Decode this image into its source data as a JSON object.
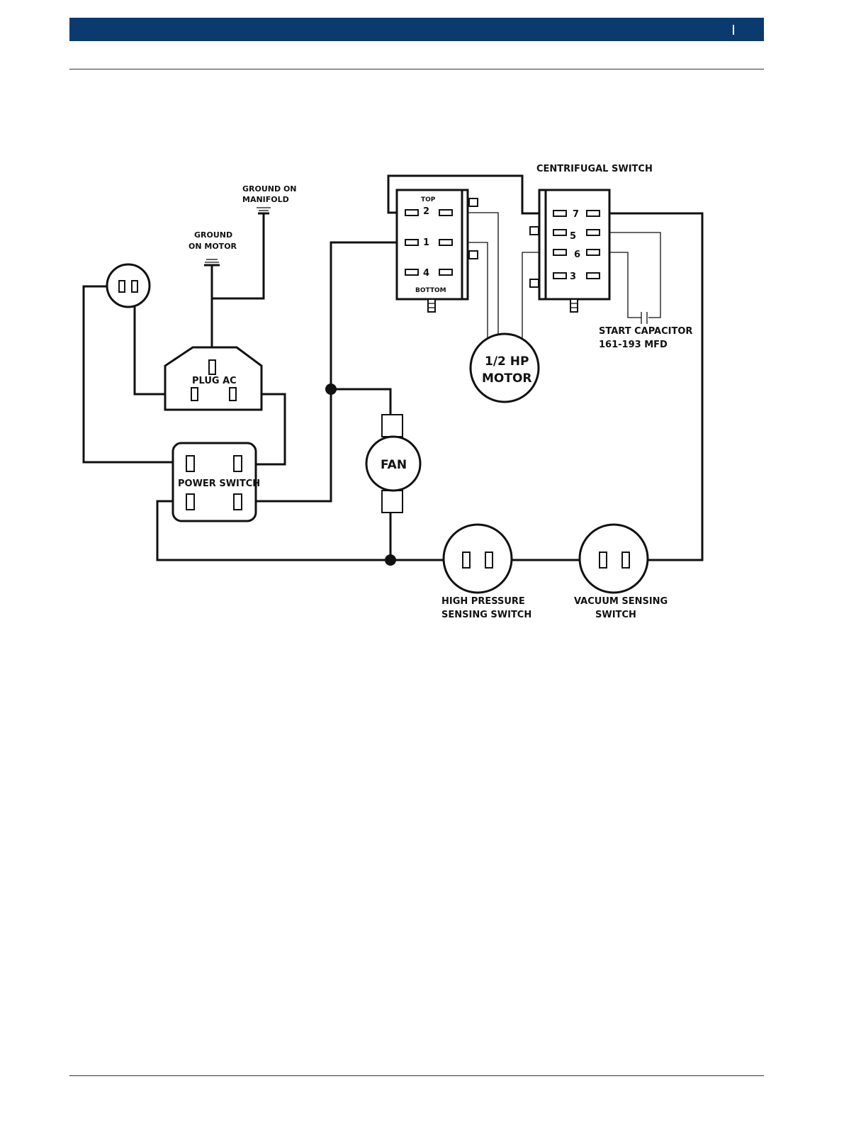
{
  "labels": {
    "ground_manifold": [
      "GROUND ON",
      "MANIFOLD"
    ],
    "ground_motor": [
      "GROUND",
      "ON MOTOR"
    ],
    "plug_ac": "PLUG AC",
    "power_switch": "POWER SWITCH",
    "fan": "FAN",
    "motor": [
      "1/2 HP",
      "MOTOR"
    ],
    "centrifugal_switch": "CENTRIFUGAL SWITCH",
    "relay_top": "TOP",
    "relay_bottom": "BOTTOM",
    "relay_pins": [
      "2",
      "1",
      "4"
    ],
    "cent_pins": [
      "7",
      "5",
      "6",
      "3"
    ],
    "start_capacitor": [
      "START CAPACITOR",
      "161-193 MFD"
    ],
    "high_pressure": [
      "HIGH PRESSURE",
      "SENSING SWITCH"
    ],
    "vacuum": [
      "VACUUM SENSING",
      "SWITCH"
    ]
  }
}
